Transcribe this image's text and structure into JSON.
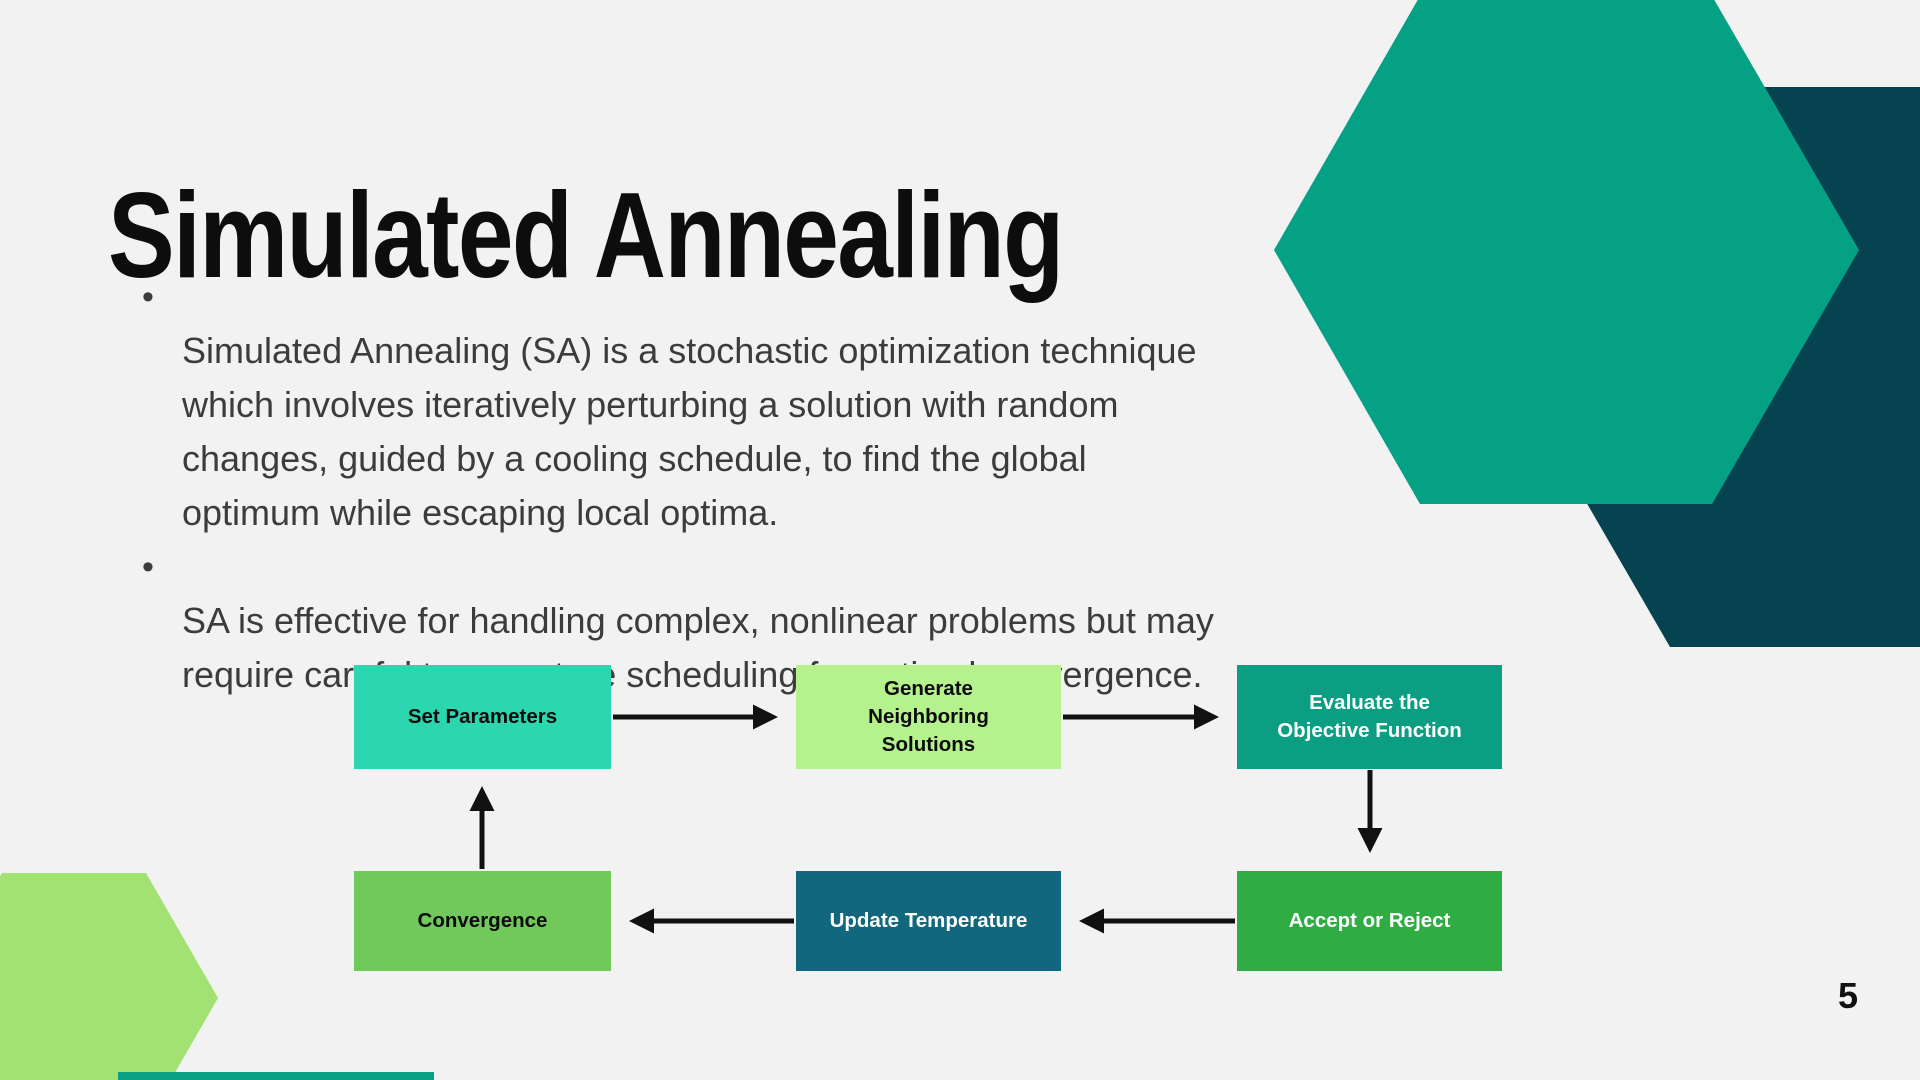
{
  "slide": {
    "title": "Simulated Annealing",
    "bullets": [
      "Simulated Annealing (SA) is a stochastic optimization technique\nwhich involves iteratively perturbing a solution with random\nchanges, guided by a cooling schedule, to find the global\noptimum while escaping local optima.",
      "SA is effective for handling complex, nonlinear problems but may\nrequire careful temperature scheduling for optimal convergence."
    ],
    "page_number": "5"
  },
  "flowchart": {
    "nodes": [
      {
        "id": "set-parameters",
        "label": "Set Parameters",
        "bg": "#2CD6AF",
        "text_color": "#0b0b0b"
      },
      {
        "id": "generate-solutions",
        "label": "Generate Neighboring Solutions",
        "bg": "#B5F18C",
        "text_color": "#0b0b0b"
      },
      {
        "id": "evaluate-objective",
        "label": "Evaluate the Objective Function",
        "bg": "#0C9E82",
        "text_color": "#ffffff"
      },
      {
        "id": "accept-or-reject",
        "label": "Accept or Reject",
        "bg": "#2FAD43",
        "text_color": "#ffffff"
      },
      {
        "id": "update-temperature",
        "label": "Update Temperature",
        "bg": "#11687E",
        "text_color": "#ffffff"
      },
      {
        "id": "convergence",
        "label": "Convergence",
        "bg": "#71C95C",
        "text_color": "#0b0b0b"
      }
    ],
    "arrow_color": "#111111"
  },
  "decor": {
    "background_color": "#F2F2F2",
    "teal_hexagon_color": "#04A184",
    "dark_hexagon_color": "#04434F",
    "green_hexagon_color": "#A2E272",
    "bottom_strip_color": "#0AA184"
  }
}
